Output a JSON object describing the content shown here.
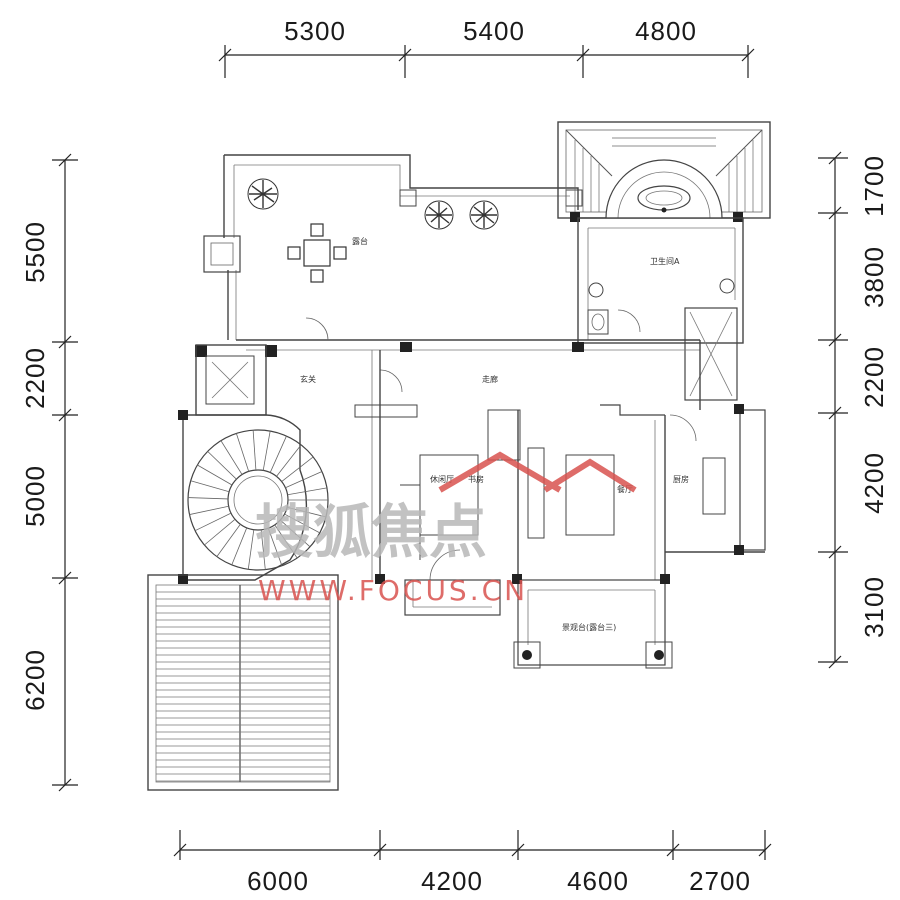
{
  "dimensions": {
    "top": [
      "5300",
      "5400",
      "4800"
    ],
    "bottom": [
      "6000",
      "4200",
      "4600",
      "2700"
    ],
    "left": [
      "5500",
      "2200",
      "5000",
      "6200"
    ],
    "right": [
      "1700",
      "3800",
      "2200",
      "4200",
      "3100"
    ]
  },
  "rooms": {
    "terrace": "露台",
    "master_bath": "卫生间A",
    "hall": "玄关",
    "corridor": "走廊",
    "study": "休闲厅",
    "study2": "书房",
    "dining": "餐厅",
    "kitchen": "厨房",
    "garden_terrace": "景观台(露台三)"
  },
  "watermark": {
    "brand_cn": "搜狐焦点",
    "url": "WWW.FOCUS.CN"
  },
  "colors": {
    "line": "#444444",
    "watermark_red": "#d9534f",
    "watermark_gray": "#b8b8b8"
  }
}
